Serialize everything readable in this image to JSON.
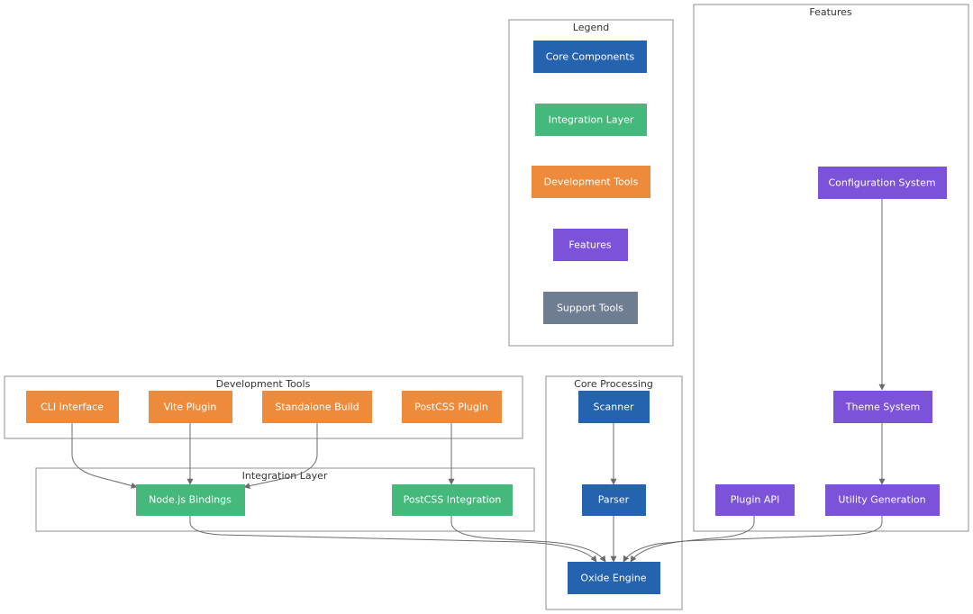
{
  "colors": {
    "core": "#2563ae",
    "integration": "#45b97c",
    "devtools": "#ee8b3a",
    "features": "#7c52d9",
    "support": "#6f7d92",
    "edge": "#6b6b6b"
  },
  "clusters": {
    "legend": "Legend",
    "features": "Features",
    "development_tools": "Development Tools",
    "core_processing": "Core Processing",
    "integration_layer": "Integration Layer"
  },
  "legend_items": [
    "Core Components",
    "Integration Layer",
    "Development Tools",
    "Features",
    "Support Tools"
  ],
  "nodes": {
    "cli_interface": "CLI Interface",
    "vite_plugin": "Vite Plugin",
    "standalone_build": "Standalone Build",
    "postcss_plugin": "PostCSS Plugin",
    "nodejs_bindings": "Node.js Bindings",
    "postcss_integration": "PostCSS Integration",
    "scanner": "Scanner",
    "parser": "Parser",
    "oxide_engine": "Oxide Engine",
    "configuration_system": "Configuration System",
    "theme_system": "Theme System",
    "plugin_api": "Plugin API",
    "utility_generation": "Utility Generation"
  }
}
